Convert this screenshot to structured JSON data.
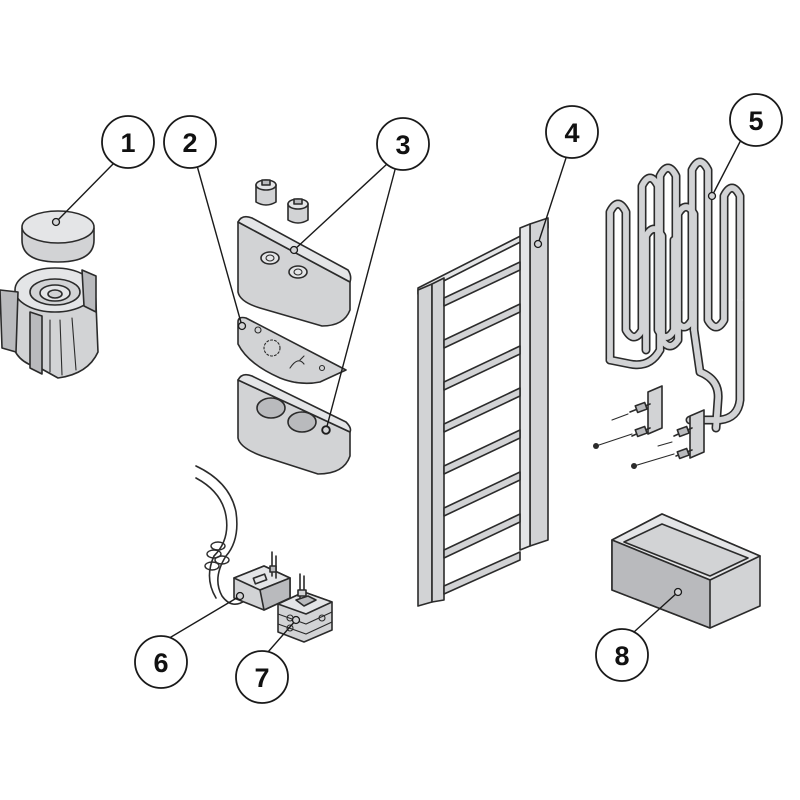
{
  "callouts": [
    {
      "label": "1"
    },
    {
      "label": "2"
    },
    {
      "label": "3"
    },
    {
      "label": "4"
    },
    {
      "label": "5"
    },
    {
      "label": "6"
    },
    {
      "label": "7"
    },
    {
      "label": "8"
    }
  ],
  "colors": {
    "part_fill": "#d2d3d5",
    "outline": "#2b2b2b",
    "bubble_fill": "#ffffff"
  }
}
